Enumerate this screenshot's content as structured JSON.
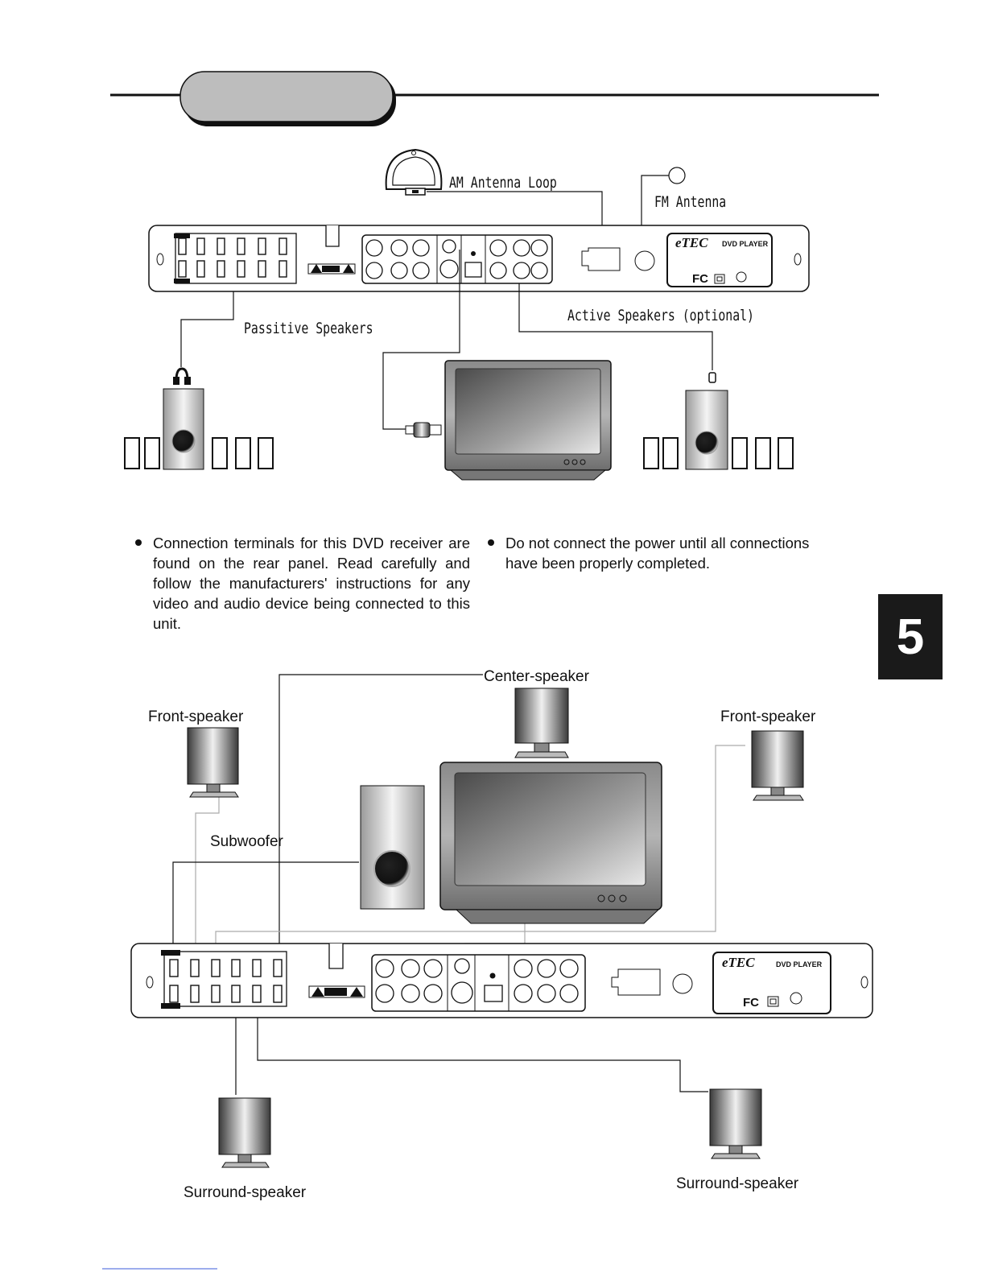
{
  "labels": {
    "am_antenna": "AM Antenna Loop",
    "fm_antenna": "FM Antenna",
    "passive_speakers": "Passitive Speakers",
    "active_speakers": "Active Speakers (optional)",
    "center_speaker": "Center-speaker",
    "front_speaker_left": "Front-speaker",
    "front_speaker_right": "Front-speaker",
    "subwoofer": "Subwoofer",
    "surround_speaker_left": "Surround-speaker",
    "surround_speaker_right": "Surround-speaker"
  },
  "panel": {
    "brand": "eTEC",
    "model": "DVD PLAYER",
    "cert": "FC"
  },
  "notes": [
    "Connection terminals for this DVD receiver are found on the rear panel. Read carefully and follow the manufacturers' instructions for any video and audio device being connected to this unit.",
    "Do not connect the power until all connections have been properly completed."
  ],
  "page_tab": "5",
  "icons": [
    "am-antenna-icon",
    "fm-antenna-icon",
    "warning-icon",
    "tv-icon",
    "subwoofer-icon",
    "speaker-icon",
    "plug-icon"
  ]
}
